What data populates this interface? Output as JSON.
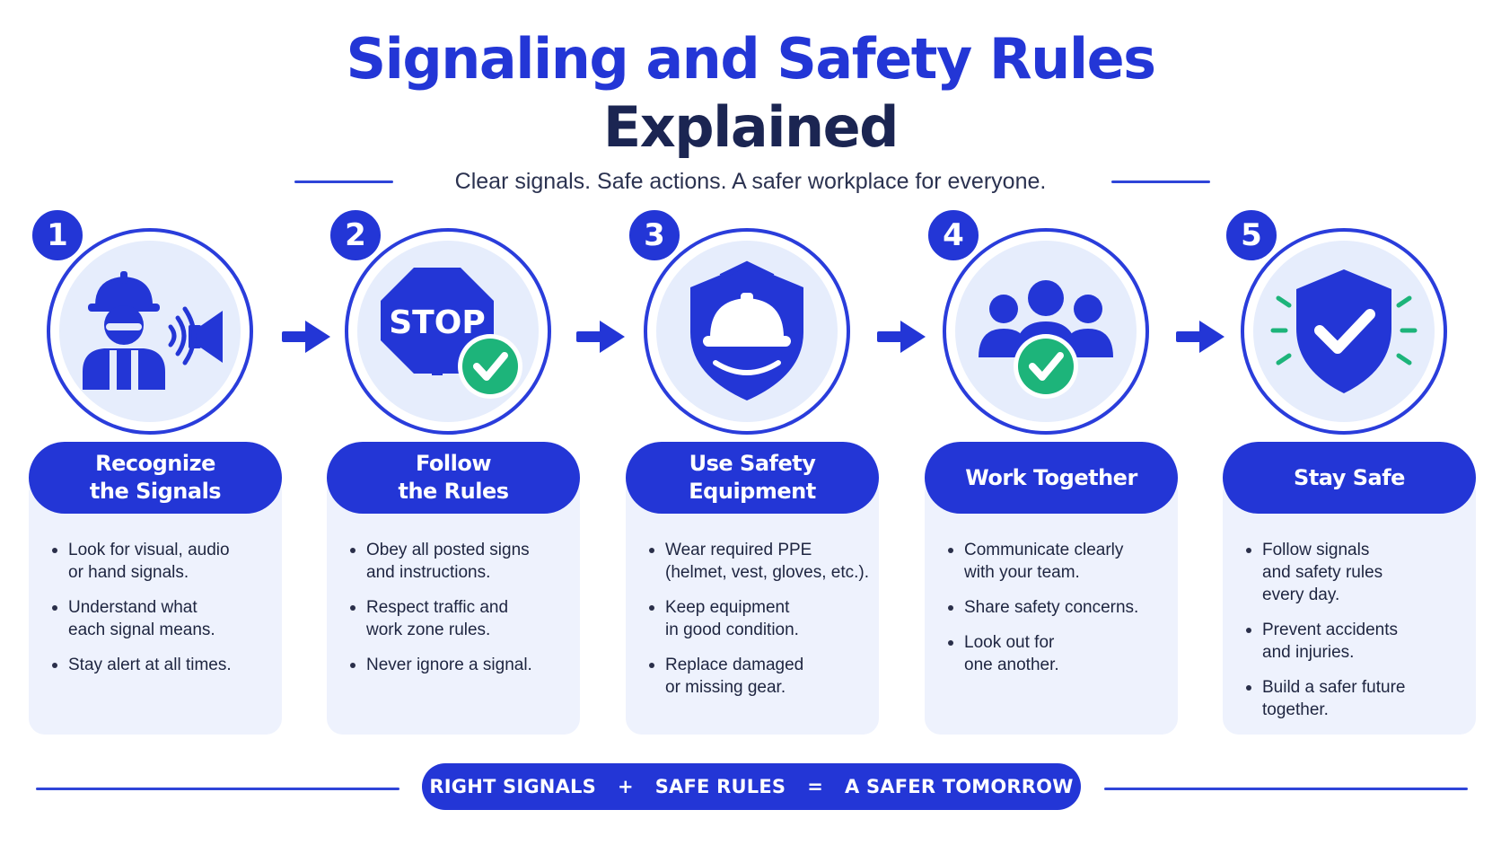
{
  "title": {
    "line1": "Signaling and Safety Rules",
    "line2": "Explained"
  },
  "subtitle": "Clear signals. Safe actions. A safer workplace for everyone.",
  "colors": {
    "primary": "#2336d6",
    "dark": "#1b2552",
    "card_bg": "#eef2fd",
    "check_green": "#1db47a"
  },
  "steps": [
    {
      "number": "1",
      "label": "Recognize\nthe Signals",
      "icon": "signal-worker-icon",
      "bullets": [
        "Look for visual, audio\nor hand signals.",
        "Understand what\neach signal means.",
        "Stay alert at all times."
      ]
    },
    {
      "number": "2",
      "label": "Follow\nthe Rules",
      "icon": "stop-sign-check-icon",
      "icon_text": "STOP",
      "bullets": [
        "Obey all posted signs\nand instructions.",
        "Respect traffic and\nwork zone rules.",
        "Never ignore a signal."
      ]
    },
    {
      "number": "3",
      "label": "Use Safety\nEquipment",
      "icon": "shield-helmet-icon",
      "bullets": [
        "Wear required PPE\n(helmet, vest, gloves, etc.).",
        "Keep equipment\nin good condition.",
        "Replace damaged\nor missing gear."
      ]
    },
    {
      "number": "4",
      "label": "Work Together",
      "icon": "team-check-icon",
      "bullets": [
        "Communicate clearly\nwith your team.",
        "Share safety concerns.",
        "Look out for\none another."
      ]
    },
    {
      "number": "5",
      "label": "Stay Safe",
      "icon": "shield-check-icon",
      "bullets": [
        "Follow signals\nand safety rules\nevery day.",
        "Prevent accidents\nand injuries.",
        "Build a safer future\ntogether."
      ]
    }
  ],
  "footer": {
    "part1": "RIGHT SIGNALS",
    "op1": "+",
    "part2": "SAFE RULES",
    "op2": "=",
    "part3": "A SAFER TOMORROW"
  }
}
